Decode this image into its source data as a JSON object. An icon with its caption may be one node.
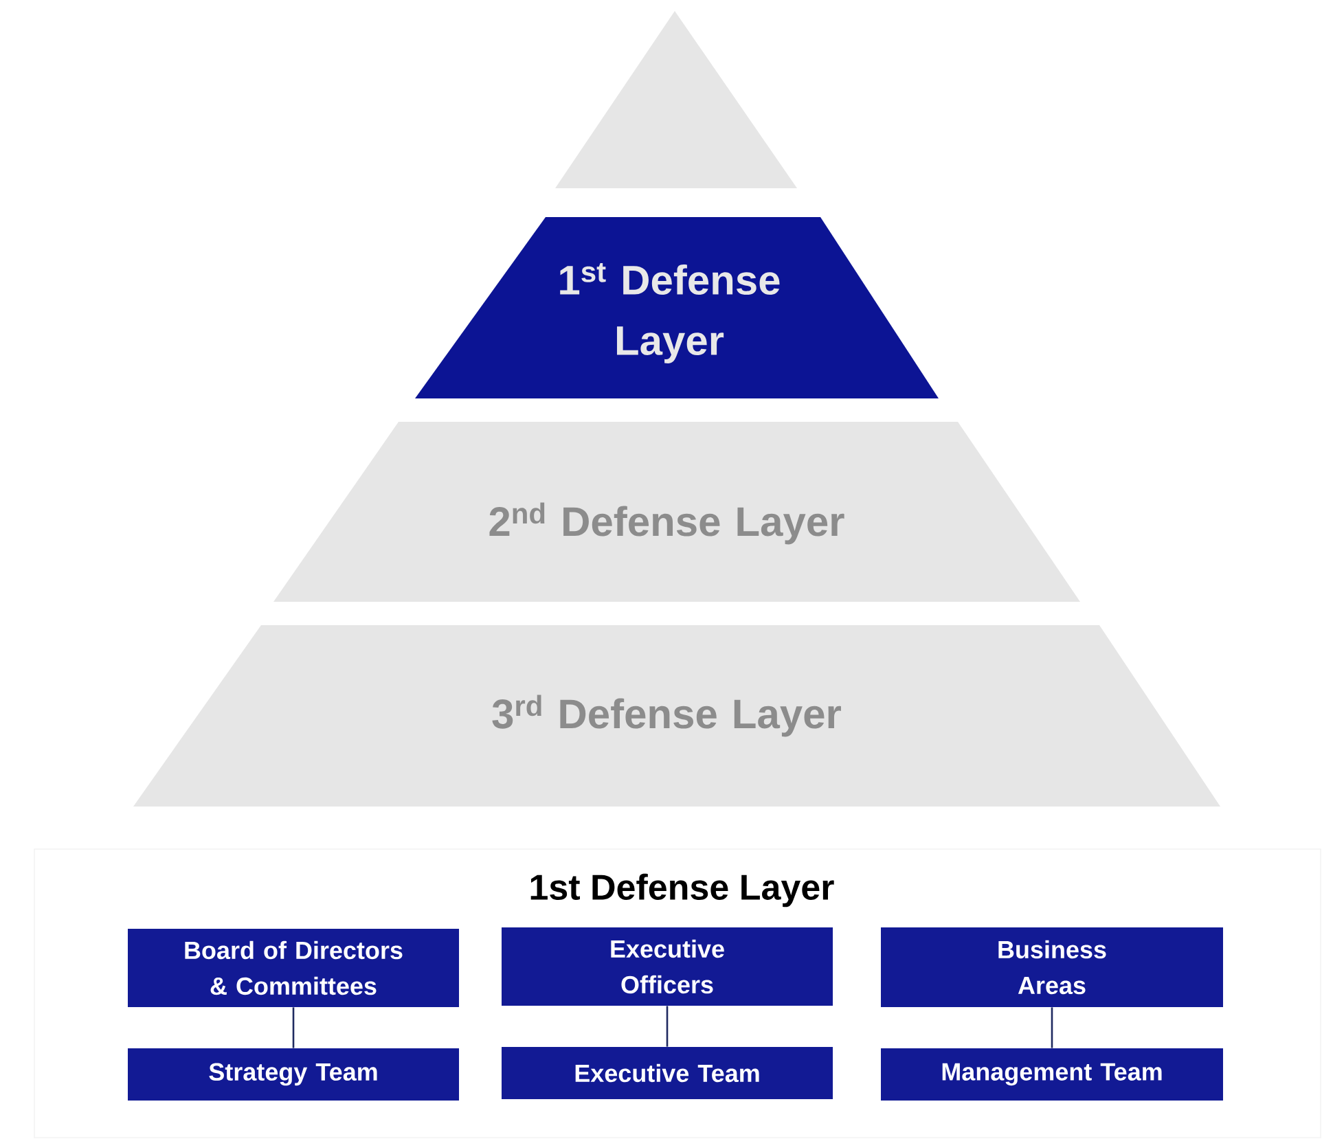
{
  "diagram": {
    "nodes": [
      {
        "text": [],
        "shape": "triangle"
      },
      {
        "text": [
          "1$^{st}$ Defense Layer"
        ]
      },
      {
        "text": [
          "2$^{nd}$ Defense Layer"
        ]
      },
      {
        "text": [
          "3$^{rd}$ Defense Layer"
        ]
      },
      {
        "text": [
          "1st Defense Layer"
        ]
      },
      {
        "text": [
          "Board of Directors & Committees"
        ],
        "in": 4
      },
      {
        "text": [
          "Executive Officers"
        ],
        "in": 4
      },
      {
        "text": [
          "Business Areas"
        ],
        "in": 4
      },
      {
        "text": [
          "Strategy Team"
        ],
        "in": 4
      },
      {
        "text": [
          "Executive Team"
        ],
        "in": 4
      },
      {
        "text": [
          "Management Team"
        ],
        "in": 4
      }
    ],
    "edges": [
      {
        "from": 5,
        "to": 8,
        "arrow": "none"
      },
      {
        "from": 6,
        "to": 9,
        "arrow": "none"
      },
      {
        "from": 7,
        "to": 10,
        "arrow": "none"
      }
    ]
  }
}
